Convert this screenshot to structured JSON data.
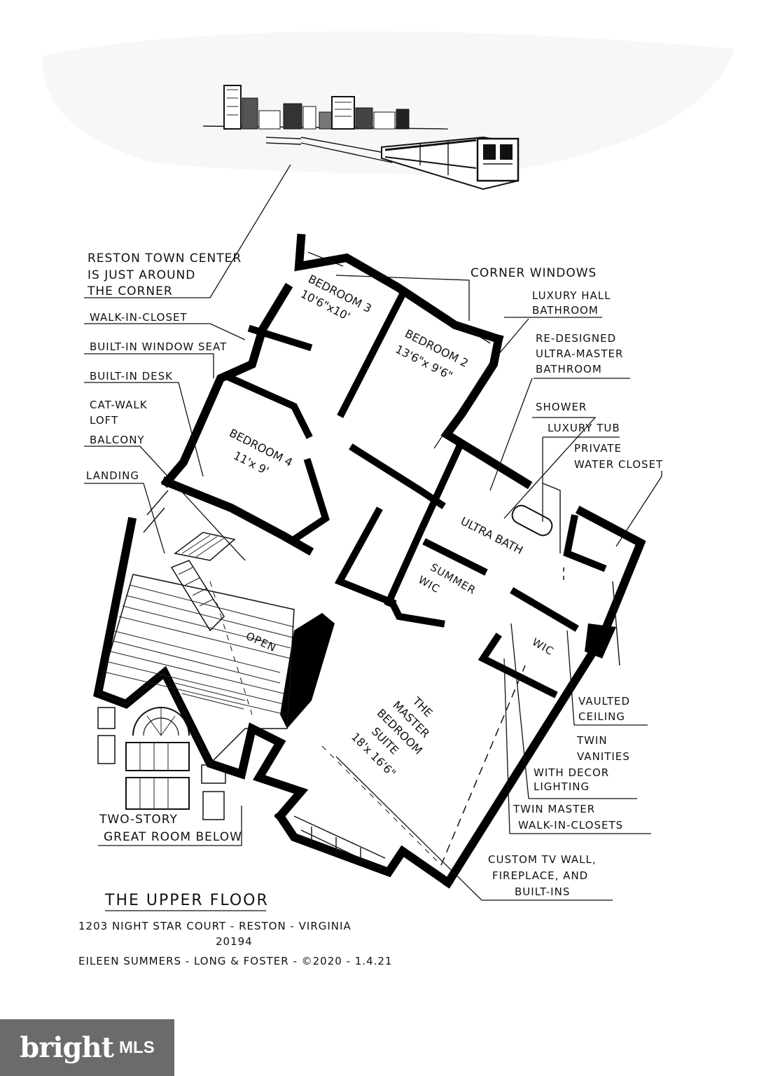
{
  "skyline": {
    "label": ""
  },
  "callouts": {
    "town_center_line1": "RESTON TOWN CENTER",
    "town_center_line2": "IS JUST AROUND",
    "town_center_line3": "THE CORNER",
    "walk_in_closet": "WALK-IN-CLOSET",
    "window_seat": "BUILT-IN WINDOW SEAT",
    "desk": "BUILT-IN DESK",
    "catwalk_line1": "CAT-WALK",
    "catwalk_line2": "LOFT",
    "balcony": "BALCONY",
    "landing": "LANDING",
    "two_story_line1": "TWO-STORY",
    "two_story_line2": "GREAT ROOM BELOW",
    "corner_windows": "CORNER WINDOWS",
    "hall_bath_line1": "LUXURY HALL",
    "hall_bath_line2": "BATHROOM",
    "master_bath_line1": "RE-DESIGNED",
    "master_bath_line2": "ULTRA-MASTER",
    "master_bath_line3": "BATHROOM",
    "shower": "SHOWER",
    "tub": "LUXURY TUB",
    "water_closet_line1": "PRIVATE",
    "water_closet_line2": "WATER CLOSET",
    "vaulted_line1": "VAULTED",
    "vaulted_line2": "CEILING",
    "vanities_line1": "TWIN",
    "vanities_line2": "VANITIES",
    "vanities_line3": "WITH DECOR",
    "vanities_line4": "LIGHTING",
    "closets_line1": "TWIN MASTER",
    "closets_line2": "WALK-IN-CLOSETS",
    "tv_wall_line1": "CUSTOM TV WALL,",
    "tv_wall_line2": "FIREPLACE, AND",
    "tv_wall_line3": "BUILT-INS"
  },
  "rooms": {
    "bedroom3_name": "BEDROOM 3",
    "bedroom3_size": "10'6\"x10'",
    "bedroom2_name": "BEDROOM 2",
    "bedroom2_size": "13'6\"x 9'6\"",
    "bedroom4_name": "BEDROOM 4",
    "bedroom4_size": "11'x 9'",
    "ultra_bath": "ULTRA BATH",
    "summer_wic_line1": "SUMMER",
    "summer_wic_line2": "WIC",
    "wic": "WIC",
    "open": "OPEN",
    "master_line1": "THE",
    "master_line2": "MASTER",
    "master_line3": "BEDROOM",
    "master_line4": "SUITE",
    "master_size": "18'x 16'6\""
  },
  "title_block": {
    "title": "THE UPPER FLOOR",
    "address_line1": "1203 NIGHT STAR COURT - RESTON - VIRGINIA",
    "address_line2": "20194",
    "credit": "EILEEN SUMMERS - LONG & FOSTER - ©2020 - 1.4.21"
  },
  "watermark": {
    "brand": "bright",
    "sub": "MLS"
  },
  "colors": {
    "ink": "#000000",
    "paper": "#ffffff",
    "brand_bg": "#6b6b6b",
    "brand_accent": "#e8412c"
  }
}
